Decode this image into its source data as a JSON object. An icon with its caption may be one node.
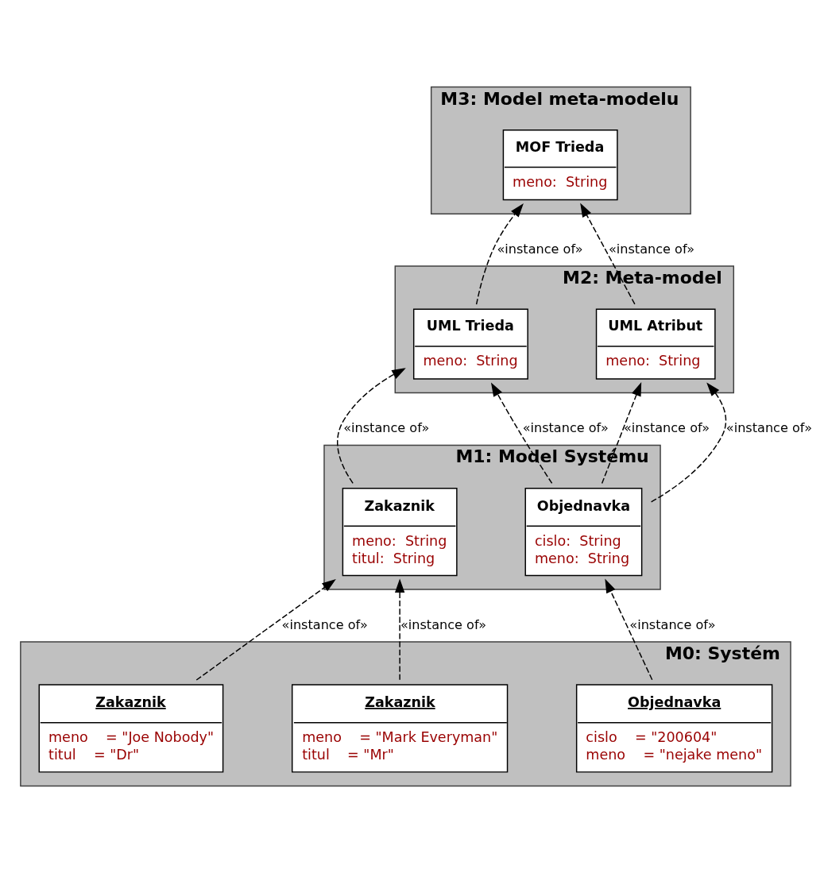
{
  "diagram": {
    "nodes": [
      {
        "text": [
          "M3: Model meta-modelu"
        ]
      },
      {
        "text": [
          "MOF Trieda",
          "meno:  String"
        ],
        "in": 0
      },
      {
        "text": [
          "M2: Meta-model"
        ]
      },
      {
        "text": [
          "UML Trieda",
          "meno:  String"
        ],
        "in": 2
      },
      {
        "text": [
          "UML Atribut",
          "meno:  String"
        ],
        "in": 2
      },
      {
        "text": [
          "M1: Model Systému"
        ]
      },
      {
        "text": [
          "Zakaznik",
          "meno:  String",
          "titul:  String"
        ],
        "in": 5
      },
      {
        "text": [
          "Objednavka",
          "cislo:  String",
          "meno:  String"
        ],
        "in": 5
      },
      {
        "text": [
          "M0: Systém"
        ]
      },
      {
        "text": [
          "Zakaznik",
          "meno    = \"Joe Nobody\"",
          "titul    = \"Dr\""
        ],
        "in": 8
      },
      {
        "text": [
          "Zakaznik",
          "meno    = \"Mark Everyman\"",
          "titul    = \"Mr\""
        ],
        "in": 8
      },
      {
        "text": [
          "Objednavka",
          "cislo    = \"200604\"",
          "meno    = \"nejake meno\""
        ],
        "in": 8
      }
    ],
    "edges": [
      {
        "from": 3,
        "to": 1,
        "arrow": "to",
        "style": "dashed",
        "label": "«instance of»"
      },
      {
        "from": 4,
        "to": 1,
        "arrow": "to",
        "style": "dashed",
        "label": "«instance of»"
      },
      {
        "from": 6,
        "to": 3,
        "arrow": "to",
        "style": "dashed",
        "label": "«instance of»"
      },
      {
        "from": 7,
        "to": 3,
        "arrow": "to",
        "style": "dashed",
        "label": "«instance of»"
      },
      {
        "from": 7,
        "to": 4,
        "arrow": "to",
        "style": "dashed",
        "label": "«instance of»"
      },
      {
        "from": 7,
        "to": 4,
        "arrow": "to",
        "style": "dashed",
        "label": "«instance of»"
      },
      {
        "from": 9,
        "to": 6,
        "arrow": "to",
        "style": "dashed",
        "label": "«instance of»"
      },
      {
        "from": 10,
        "to": 6,
        "arrow": "to",
        "style": "dashed",
        "label": "«instance of»"
      },
      {
        "from": 11,
        "to": 7,
        "arrow": "to",
        "style": "dashed",
        "label": "«instance of»"
      }
    ]
  }
}
